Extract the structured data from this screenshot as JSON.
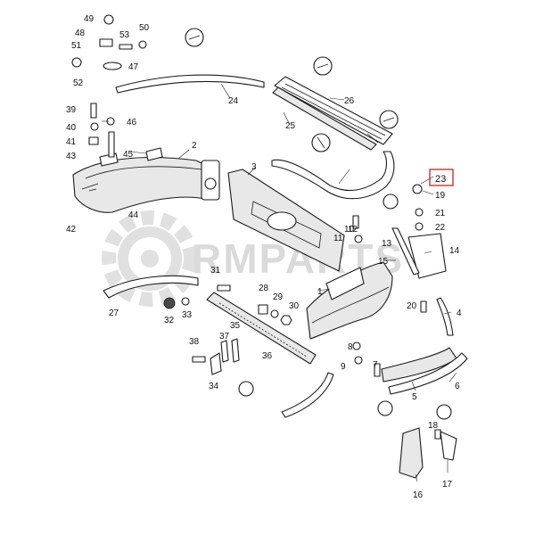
{
  "watermark": {
    "text": "RMPARTS",
    "color": "#bdbdbd"
  },
  "highlight": {
    "part": "23",
    "border_color": "#c0392b"
  },
  "callouts": [
    "1",
    "2",
    "3",
    "4",
    "5",
    "6",
    "7",
    "8",
    "9",
    "10",
    "11",
    "12",
    "13",
    "14",
    "15",
    "16",
    "17",
    "18",
    "19",
    "20",
    "21",
    "22",
    "23",
    "24",
    "25",
    "26",
    "27",
    "28",
    "29",
    "30",
    "31",
    "32",
    "33",
    "34",
    "35",
    "36",
    "37",
    "38",
    "39",
    "40",
    "41",
    "42",
    "43",
    "44",
    "45",
    "46",
    "47",
    "48",
    "49",
    "50",
    "51",
    "52",
    "53"
  ]
}
